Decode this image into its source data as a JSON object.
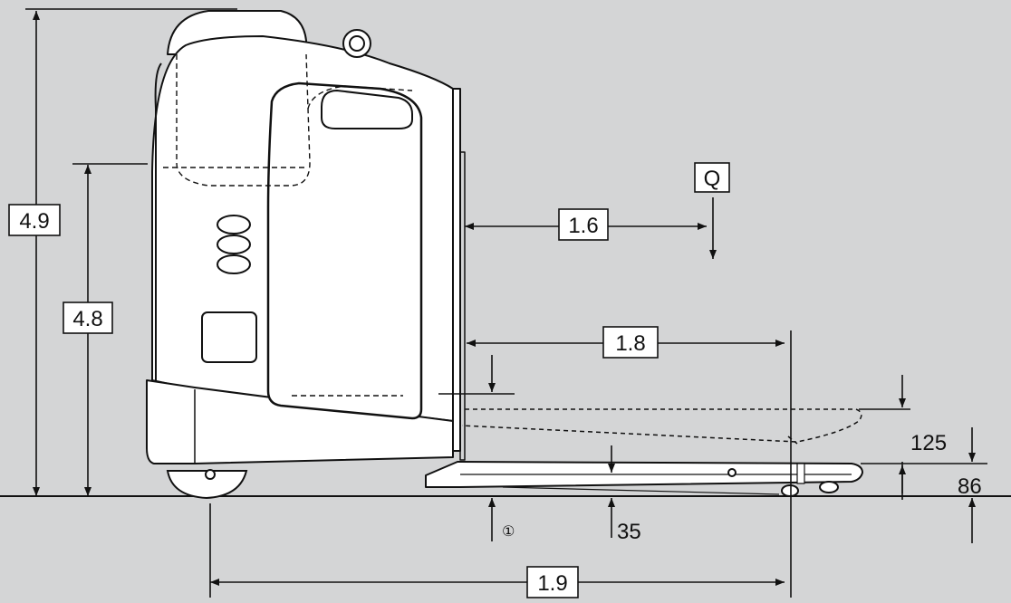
{
  "background": "#d4d5d6",
  "line_color": "#111111",
  "truck_fill": "#ffffff",
  "dimensions": {
    "overall_height": "4.9",
    "platform_height": "4.8",
    "load_center": "1.6",
    "fork_length": "1.8",
    "overall_length": "1.9",
    "lift_height": "125",
    "fork_height": "86",
    "ground_clearance": "35",
    "load_symbol": "Q",
    "note_marker": "①"
  }
}
